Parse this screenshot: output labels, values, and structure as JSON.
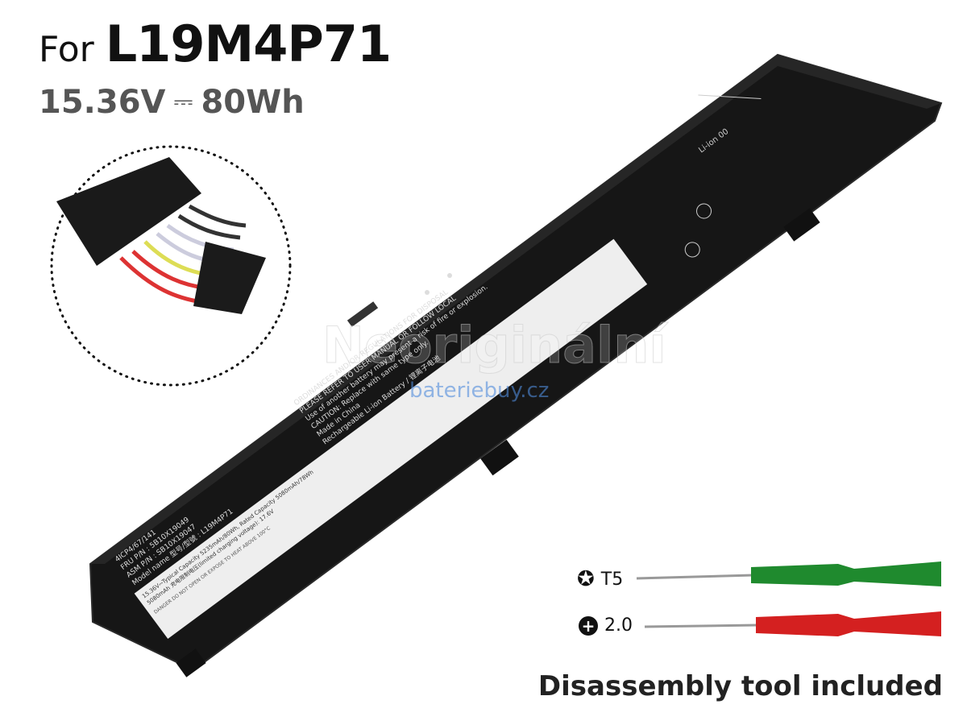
{
  "header": {
    "prefix": "For",
    "model": "L19M4P71",
    "voltage": "15.36V",
    "dc_symbol": "⎓",
    "capacity": "80Wh"
  },
  "battery_label": {
    "model_line": "Model name 型号/型號 : L19M4P71",
    "asm_line": "ASM P/N : SB10X19047",
    "fru_line": "FRU P/N : 5B10X19049",
    "cell_line": "4ICP4/67/141",
    "capacity_line": "15.36V⎓Typical Capacity 5235mAh/80Wh, Rated Capacity 5080mAh/78Wh",
    "charge_line": "5080mAh 充电限制电压(limited charging voltage): 17.6V",
    "rech_line": "Rechargeable Li-ion Battery / 锂离子电池",
    "made_line": "Made in China",
    "caution_line": "CAUTION: Replace with same type only.",
    "use_line": "Use of another battery may present a risk of fire or explosion.",
    "please_line": "PLEASE REFER TO USER MANUAL OR FOLLOW LOCAL",
    "ord_line": "ORDINANCES AND/OR REGULATIONS FOR DISPOSAL",
    "danger_line": "DANGER  DO NOT OPEN OR EXPOSE TO HEAT ABOVE 100°C",
    "liion": "Li-ion 00"
  },
  "watermark": {
    "text": "Neoriginální",
    "site": "bateriebuy.cz"
  },
  "tools": [
    {
      "icon": "torx-icon",
      "label": "T5",
      "handle_color": "#1f8a2e"
    },
    {
      "icon": "phillips-icon",
      "label": "2.0",
      "handle_color": "#d42020"
    }
  ],
  "footer": {
    "text": "Disassembly tool included"
  }
}
